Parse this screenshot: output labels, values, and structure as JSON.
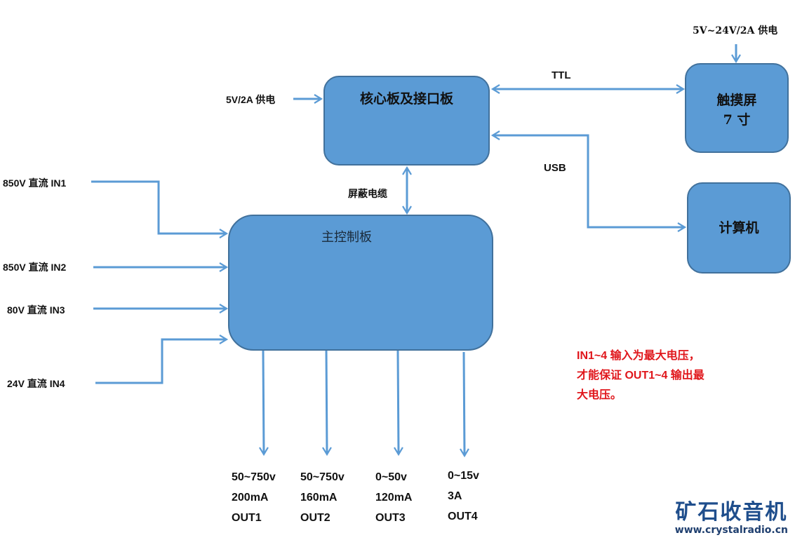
{
  "colors": {
    "box_fill": "#5b9bd5",
    "box_border": "#41719c",
    "wire": "#5b9bd5",
    "note_text": "#e0161b",
    "logo": "#1f4e8c"
  },
  "blocks": {
    "core_board": {
      "title": "核心板及接口板"
    },
    "main_board": {
      "title": "主控制板"
    },
    "touchscreen": {
      "title": "触摸屏",
      "subtitle": "7 寸"
    },
    "computer": {
      "title": "计算机"
    }
  },
  "power": {
    "core_supply": "5V/2A 供电",
    "touch_supply": "5V~24V/2A 供电"
  },
  "links": {
    "ttl": "TTL",
    "usb": "USB",
    "shield_cable": "屏蔽电缆"
  },
  "inputs": [
    {
      "label": "850V 直流  IN1"
    },
    {
      "label": "850V 直流  IN2"
    },
    {
      "label": "80V 直流  IN3"
    },
    {
      "label": "24V 直流  IN4"
    }
  ],
  "outputs": [
    {
      "voltage": "50~750v",
      "current": "200mA",
      "name": "OUT1"
    },
    {
      "voltage": "50~750v",
      "current": "160mA",
      "name": "OUT2"
    },
    {
      "voltage": "0~50v",
      "current": "120mA",
      "name": "OUT3"
    },
    {
      "voltage": "0~15v",
      "current": "3A",
      "name": "OUT4"
    }
  ],
  "note": {
    "lines": [
      "IN1~4 输入为最大电压，",
      "才能保证 OUT1~4 输出最",
      "大电压。"
    ]
  },
  "watermark": {
    "name": "矿石收音机",
    "url": "www.crystalradio.cn"
  }
}
